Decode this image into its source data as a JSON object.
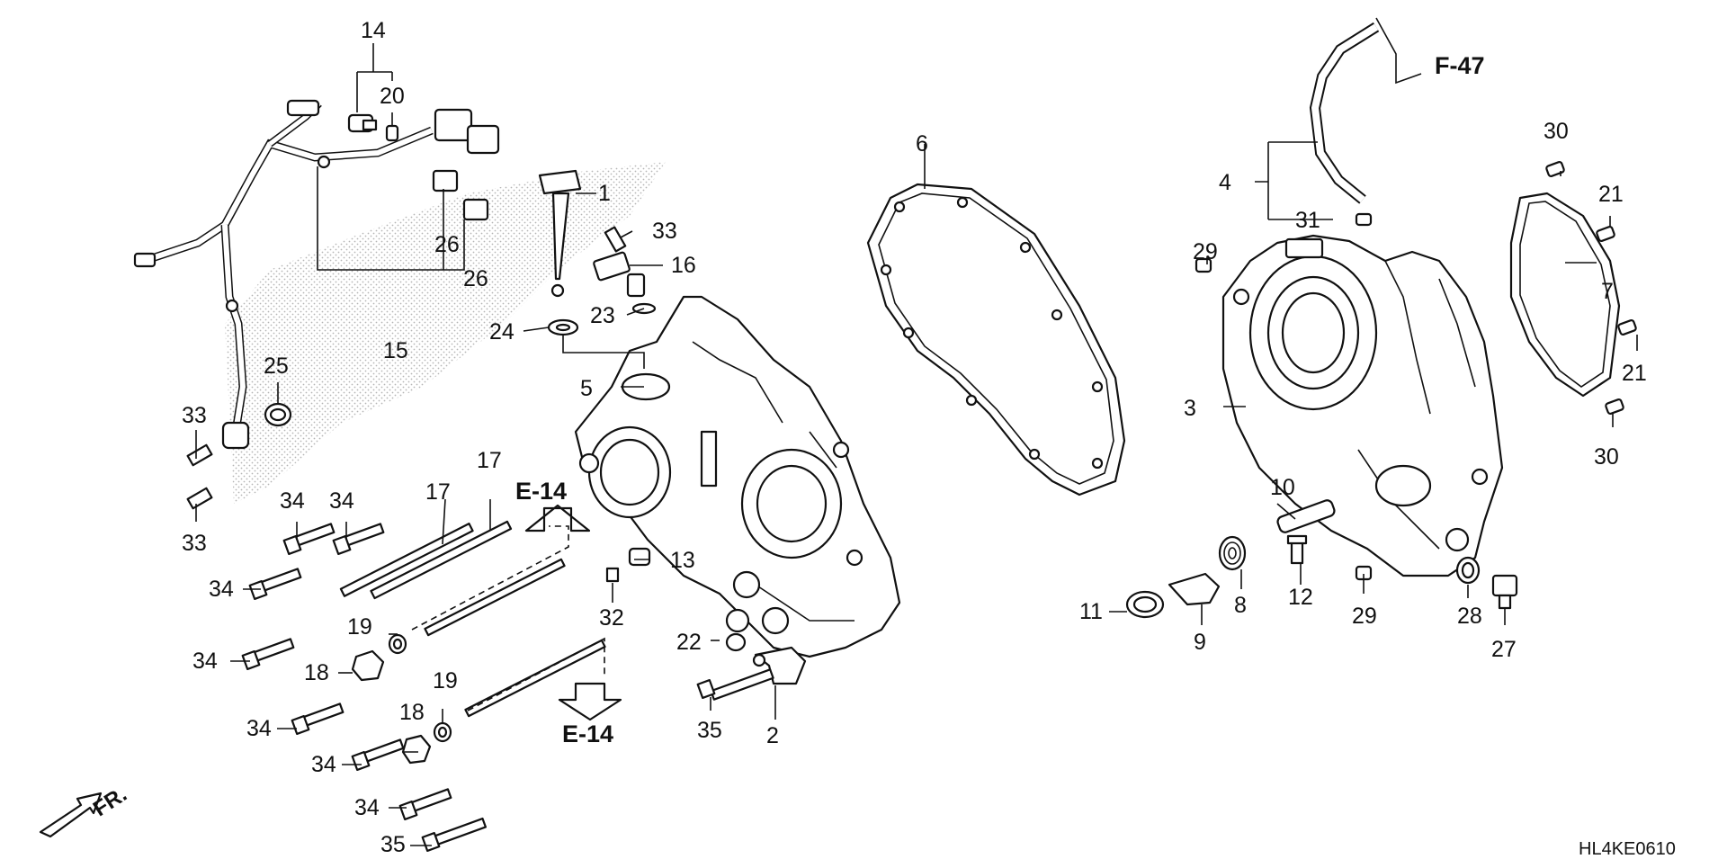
{
  "diagram": {
    "code": "HL4KE0610",
    "front_label": "FR.",
    "refs": {
      "f47": "F-47",
      "e14_top": "E-14",
      "e14_bottom": "E-14"
    },
    "callouts": {
      "p1": "1",
      "p2": "2",
      "p3": "3",
      "p4": "4",
      "p5": "5",
      "p6": "6",
      "p7": "7",
      "p8": "8",
      "p9": "9",
      "p10": "10",
      "p11": "11",
      "p12": "12",
      "p13": "13",
      "p14": "14",
      "p15": "15",
      "p16": "16",
      "p17a": "17",
      "p17b": "17",
      "p18a": "18",
      "p18b": "18",
      "p19a": "19",
      "p19b": "19",
      "p20": "20",
      "p21a": "21",
      "p21b": "21",
      "p22": "22",
      "p23": "23",
      "p24": "24",
      "p25": "25",
      "p26a": "26",
      "p26b": "26",
      "p27": "27",
      "p28": "28",
      "p29a": "29",
      "p29b": "29",
      "p30a": "30",
      "p30b": "30",
      "p31": "31",
      "p32": "32",
      "p33a": "33",
      "p33b": "33",
      "p33c": "33",
      "p34a": "34",
      "p34b": "34",
      "p34c": "34",
      "p34d": "34",
      "p34e": "34",
      "p34f": "34",
      "p34g": "34",
      "p35a": "35",
      "p35b": "35"
    }
  }
}
